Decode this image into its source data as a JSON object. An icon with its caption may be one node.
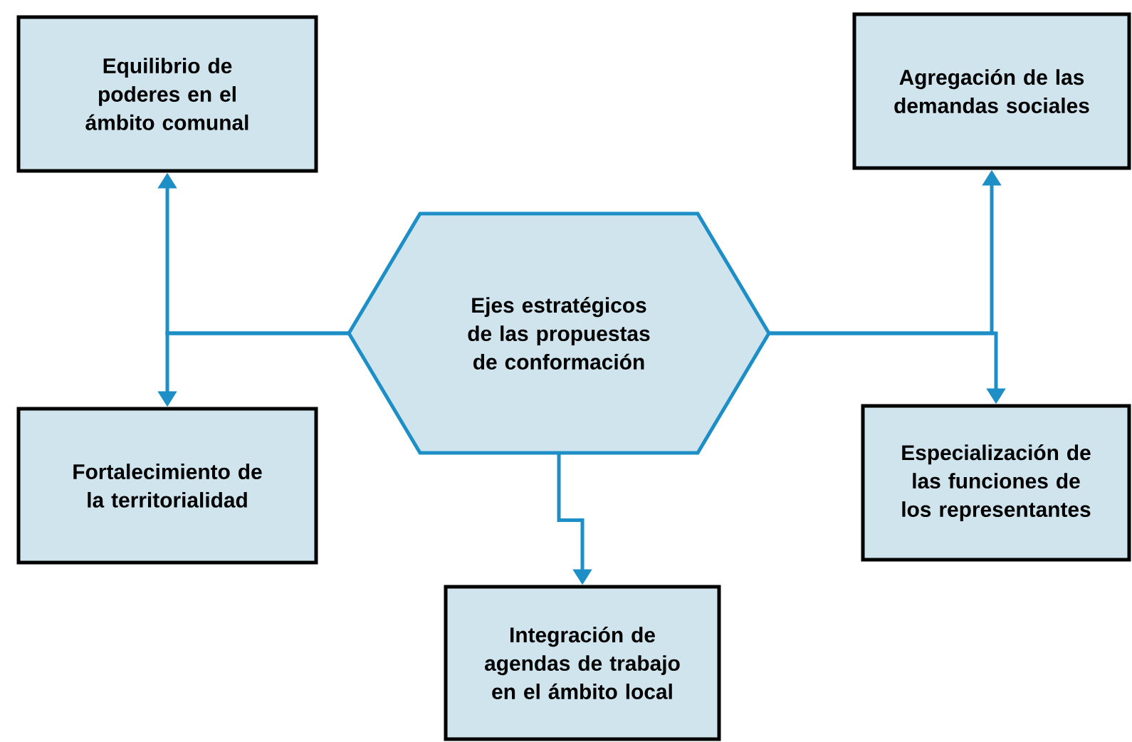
{
  "diagram": {
    "nodes": [
      {
        "text": [
          "Ejes estratégicos de las propuestas de conformación"
        ]
      },
      {
        "text": [
          "Equilibrio de poderes en el ámbito comunal"
        ]
      },
      {
        "text": [
          "Fortalecimiento de la territorialidad"
        ]
      },
      {
        "text": [
          "Agregación de las demandas sociales"
        ]
      },
      {
        "text": [
          "Especialización de las funciones de los representantes"
        ]
      },
      {
        "text": [
          "Integración de agendas de trabajo en el ámbito local"
        ]
      }
    ],
    "edges": [
      {
        "from": 0,
        "to": 1,
        "arrow": "to"
      },
      {
        "from": 0,
        "to": 2,
        "arrow": "to"
      },
      {
        "from": 0,
        "to": 3,
        "arrow": "to"
      },
      {
        "from": 0,
        "to": 4,
        "arrow": "to"
      },
      {
        "from": 0,
        "to": 5,
        "arrow": "to"
      }
    ]
  }
}
